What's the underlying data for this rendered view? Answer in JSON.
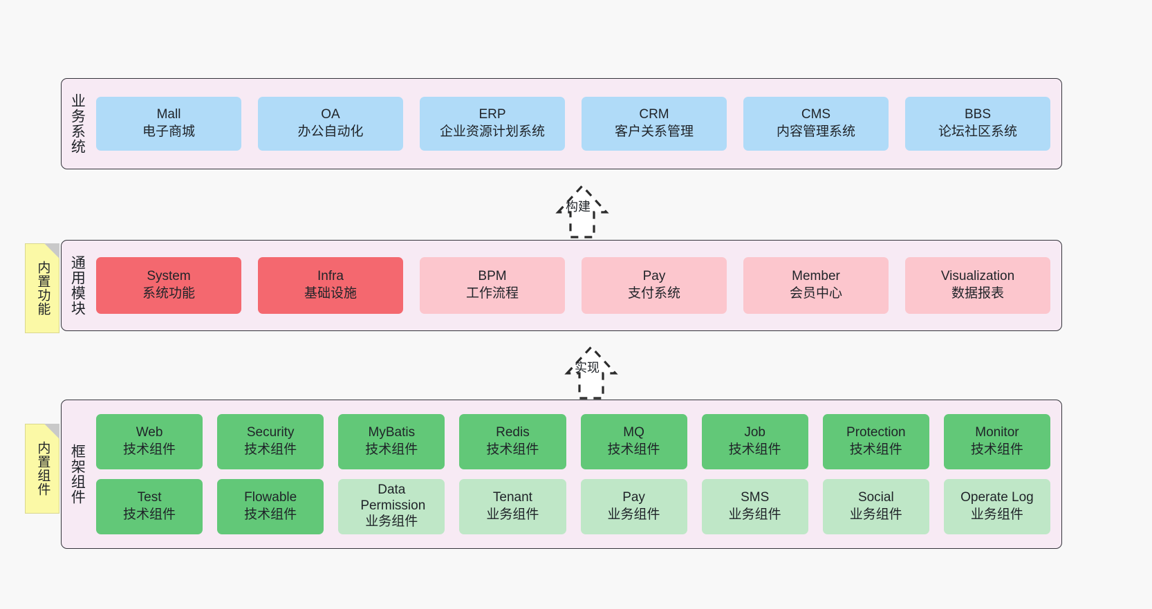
{
  "diagram": {
    "background_color": "#f8f8f8",
    "panel_color": "#f7eaf4",
    "panel_border_color": "#33333a"
  },
  "layers": [
    {
      "id": "business",
      "title": "业务系统",
      "nodes": [
        {
          "en": "Mall",
          "cn": "电子商城",
          "color": "#b0dbf8"
        },
        {
          "en": "OA",
          "cn": "办公自动化",
          "color": "#b0dbf8"
        },
        {
          "en": "ERP",
          "cn": "企业资源计划系统",
          "color": "#b0dbf8"
        },
        {
          "en": "CRM",
          "cn": "客户关系管理",
          "color": "#b0dbf8"
        },
        {
          "en": "CMS",
          "cn": "内容管理系统",
          "color": "#b0dbf8"
        },
        {
          "en": "BBS",
          "cn": "论坛社区系统",
          "color": "#b0dbf8"
        }
      ]
    },
    {
      "id": "common",
      "title": "通用模块",
      "note": "内置功能",
      "nodes": [
        {
          "en": "System",
          "cn": "系统功能",
          "color": "#f4686f"
        },
        {
          "en": "Infra",
          "cn": "基础设施",
          "color": "#f4686f"
        },
        {
          "en": "BPM",
          "cn": "工作流程",
          "color": "#fcc6cd"
        },
        {
          "en": "Pay",
          "cn": "支付系统",
          "color": "#fcc6cd"
        },
        {
          "en": "Member",
          "cn": "会员中心",
          "color": "#fcc6cd"
        },
        {
          "en": "Visualization",
          "cn": "数据报表",
          "color": "#fcc6cd"
        }
      ]
    },
    {
      "id": "framework",
      "title": "框架组件",
      "note": "内置组件",
      "rows": [
        [
          {
            "en": "Web",
            "cn": "技术组件",
            "color": "#62c878"
          },
          {
            "en": "Security",
            "cn": "技术组件",
            "color": "#62c878"
          },
          {
            "en": "MyBatis",
            "cn": "技术组件",
            "color": "#62c878"
          },
          {
            "en": "Redis",
            "cn": "技术组件",
            "color": "#62c878"
          },
          {
            "en": "MQ",
            "cn": "技术组件",
            "color": "#62c878"
          },
          {
            "en": "Job",
            "cn": "技术组件",
            "color": "#62c878"
          },
          {
            "en": "Protection",
            "cn": "技术组件",
            "color": "#62c878"
          },
          {
            "en": "Monitor",
            "cn": "技术组件",
            "color": "#62c878"
          }
        ],
        [
          {
            "en": "Test",
            "cn": "技术组件",
            "color": "#62c878"
          },
          {
            "en": "Flowable",
            "cn": "技术组件",
            "color": "#62c878"
          },
          {
            "en": "Data Permission",
            "cn": "业务组件",
            "color": "#bfe7c7"
          },
          {
            "en": "Tenant",
            "cn": "业务组件",
            "color": "#bfe7c7"
          },
          {
            "en": "Pay",
            "cn": "业务组件",
            "color": "#bfe7c7"
          },
          {
            "en": "SMS",
            "cn": "业务组件",
            "color": "#bfe7c7"
          },
          {
            "en": "Social",
            "cn": "业务组件",
            "color": "#bfe7c7"
          },
          {
            "en": "Operate Log",
            "cn": "业务组件",
            "color": "#bfe7c7"
          }
        ]
      ]
    }
  ],
  "arrows": [
    {
      "id": "build",
      "label": "构建"
    },
    {
      "id": "implement",
      "label": "实现"
    }
  ]
}
